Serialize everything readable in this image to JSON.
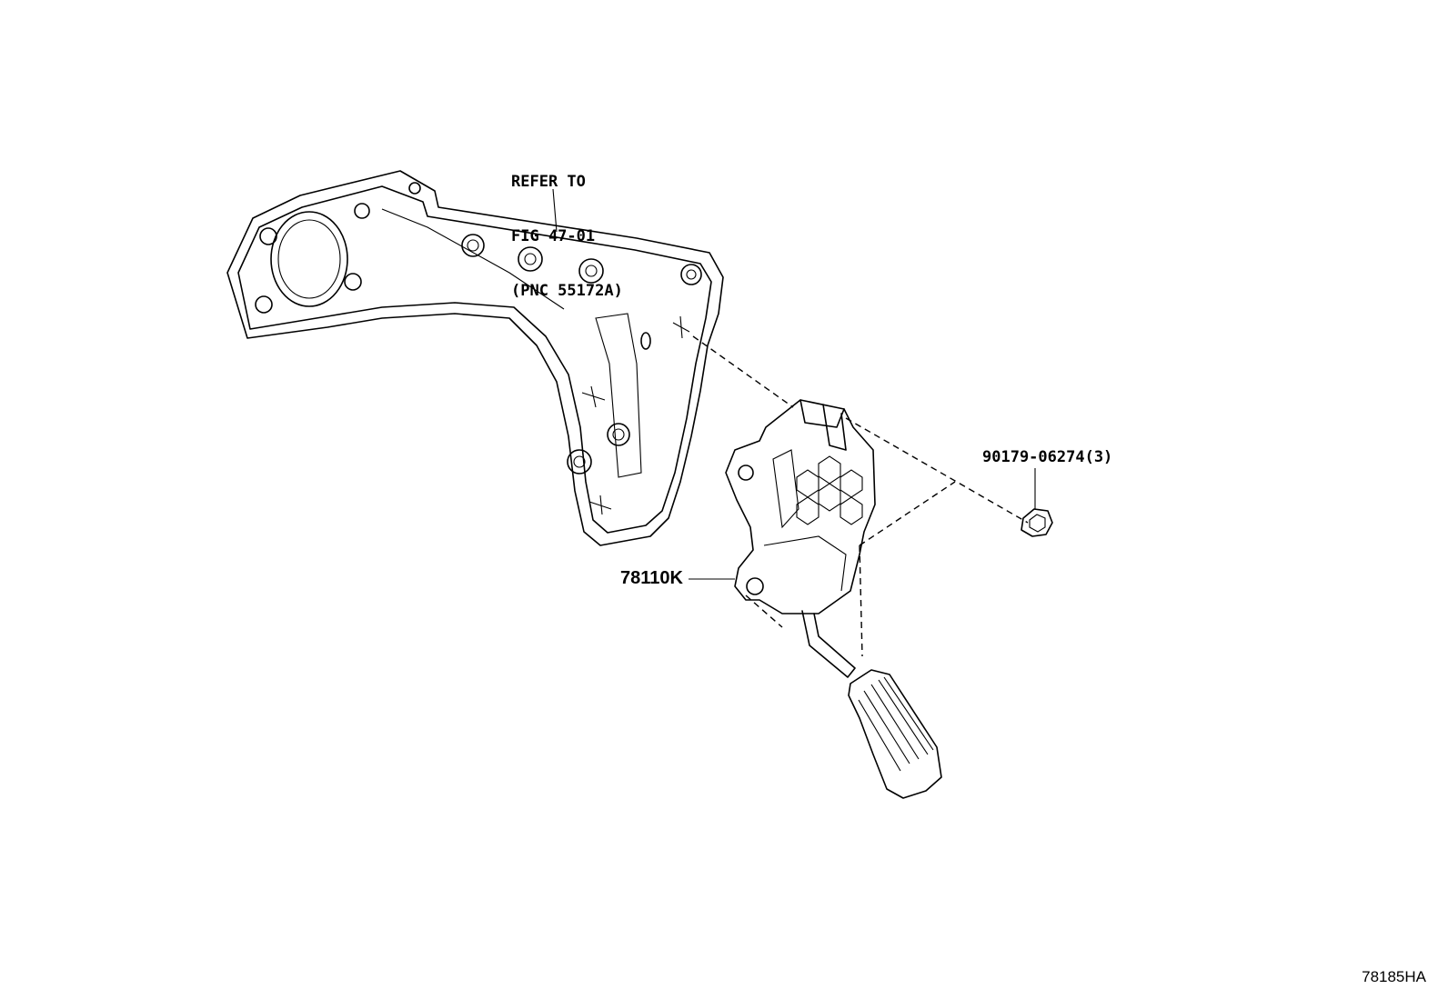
{
  "labels": {
    "refer_line1": "REFER TO",
    "refer_line2": "FIG 47-01",
    "refer_line3": "(PNC 55172A)",
    "nut_part": "90179-06274(3)",
    "pedal_part": "78110K",
    "figure_id": "78185HA"
  },
  "icons": {
    "bracket": "pedal-bracket-drawing",
    "pedal": "accelerator-pedal-drawing",
    "nut": "hex-nut-drawing"
  }
}
